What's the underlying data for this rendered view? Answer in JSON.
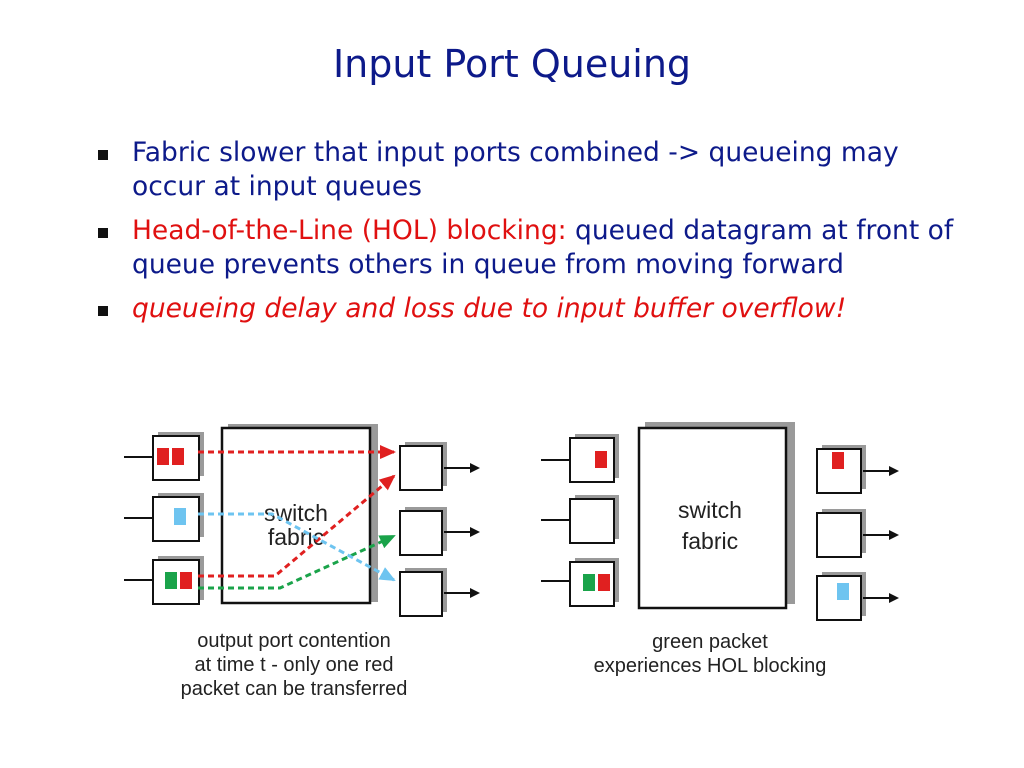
{
  "slide": {
    "title": "Input Port Queuing",
    "bullets": [
      {
        "text": "Fabric slower that input ports combined -> queueing may occur at input queues"
      },
      {
        "highlight": "Head-of-the-Line (HOL) blocking:",
        "text": " queued datagram at front of queue prevents others in queue from moving forward"
      },
      {
        "text": "queueing delay and loss due to input buffer overflow!"
      }
    ]
  },
  "diagram_left": {
    "fabric_label_1": "switch",
    "fabric_label_2": "fabric",
    "caption_line_1": "output port contention",
    "caption_line_2": "at  time t - only one red",
    "caption_line_3": "packet can be transferred"
  },
  "diagram_right": {
    "fabric_label_1": "switch",
    "fabric_label_2": "fabric",
    "caption_line_1": "green packet",
    "caption_line_2": "experiences HOL blocking"
  },
  "colors": {
    "title": "#0d1a8a",
    "highlight": "#e01010",
    "packet_red": "#e02020",
    "packet_green": "#1aa34a",
    "packet_blue": "#6ec4f0"
  }
}
